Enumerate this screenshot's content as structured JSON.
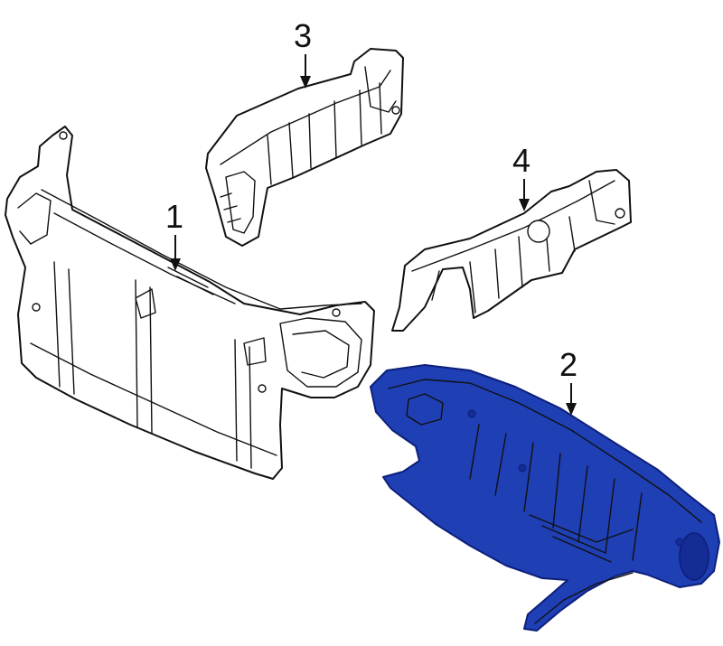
{
  "callouts": {
    "part_1": "1",
    "part_2": "2",
    "part_3": "3",
    "part_4": "4"
  },
  "colors": {
    "highlight": "#1f3fb5",
    "highlight_dark": "#0d1f7a",
    "line": "#111111",
    "background": "#ffffff"
  }
}
